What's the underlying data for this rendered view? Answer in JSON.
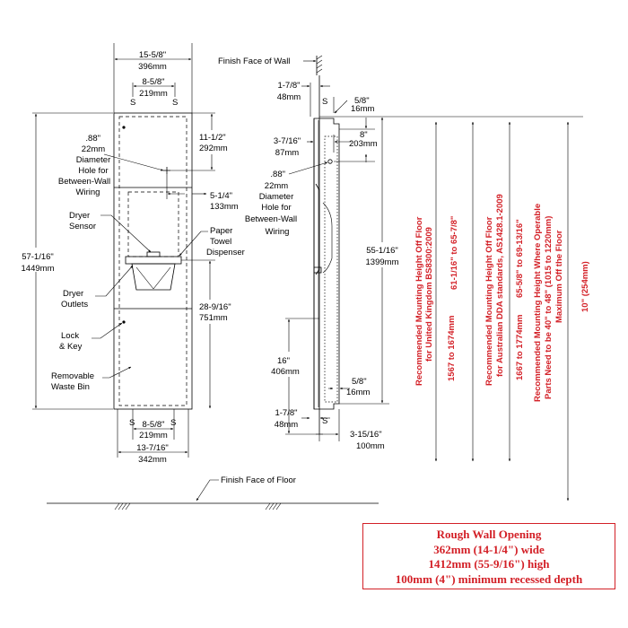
{
  "labels": {
    "finish_wall": "Finish Face of Wall",
    "finish_floor": "Finish Face of Floor",
    "s": "S",
    "width_total_in": "15-5/8\"",
    "width_total_mm": "396mm",
    "stud_top_in": "8-5/8\"",
    "stud_top_mm": "219mm",
    "hole_d_in": ".88\"",
    "hole_d_mm": "22mm",
    "hole_l1": "Diameter",
    "hole_l2": "Hole for",
    "hole_l3": "Between-Wall",
    "hole_l4": "Wiring",
    "dim_11_in": "11-1/2\"",
    "dim_11_mm": "292mm",
    "dim_5_in": "5-1/4\"",
    "dim_5_mm": "133mm",
    "dryer_sensor_1": "Dryer",
    "dryer_sensor_2": "Sensor",
    "paper_1": "Paper",
    "paper_2": "Towel",
    "paper_3": "Dispenser",
    "height_in": "57-1/16\"",
    "height_mm": "1449mm",
    "outlets_1": "Dryer",
    "outlets_2": "Outlets",
    "lock_1": "Lock",
    "lock_2": "& Key",
    "bin_1": "Removable",
    "bin_2": "Waste Bin",
    "dim_28_in": "28-9/16\"",
    "dim_28_mm": "751mm",
    "stud_bot_in": "8-5/8\"",
    "stud_bot_mm": "219mm",
    "bottom_w_in": "13-7/16\"",
    "bottom_w_mm": "342mm",
    "side_178_top_in": "1-7/8\"",
    "side_178_top_mm": "48mm",
    "side_58_top_in": "5/8\"",
    "side_58_top_mm": "16mm",
    "side_3716_in": "3-7/16\"",
    "side_3716_mm": "87mm",
    "side_8_in": "8\"",
    "side_8_mm": "203mm",
    "side_hole_d_in": ".88\"",
    "side_hole_d_mm": "22mm",
    "side_hole_l1": "Diameter",
    "side_hole_l2": "Hole for",
    "side_hole_l3": "Between-Wall",
    "side_hole_l4": "Wiring",
    "side_55_in": "55-1/16\"",
    "side_55_mm": "1399mm",
    "side_16_in": "16\"",
    "side_16_mm": "406mm",
    "side_58_bot_in": "5/8\"",
    "side_58_bot_mm": "16mm",
    "side_178_bot_in": "1-7/8\"",
    "side_178_bot_mm": "48mm",
    "side_31516_in": "3-15/16\"",
    "side_31516_mm": "100mm"
  },
  "mounting": {
    "uk_1": "Recommended Mounting Height Off Floor",
    "uk_2": "for United Kingdom BS8300:2009",
    "uk_range": "1567 to 1674mm",
    "au_range": "61-1/16\" to 65-7/8\"",
    "au_1": "Recommended Mounting Height Off Floor",
    "au_2": "for Australian DDA standards, AS1428.1-2009",
    "au_mm": "1667 to 1774mm",
    "us_range": "65-5/8\" to 69-13/16\"",
    "op_1": "Recommended Mounting Height Where Operable",
    "op_2": "Parts Need to be 40\" to 48\" (1015 to 1220mm)",
    "op_3": "Maximum Off the Floor",
    "ten": "10\" (254mm)"
  },
  "rough_opening": {
    "title": "Rough Wall Opening",
    "width": "362mm (14-1/4\") wide",
    "height": "1412mm (55-9/16\") high",
    "depth": "100mm (4\") minimum recessed depth"
  },
  "colors": {
    "accent": "#d32027",
    "ink": "#000000"
  }
}
